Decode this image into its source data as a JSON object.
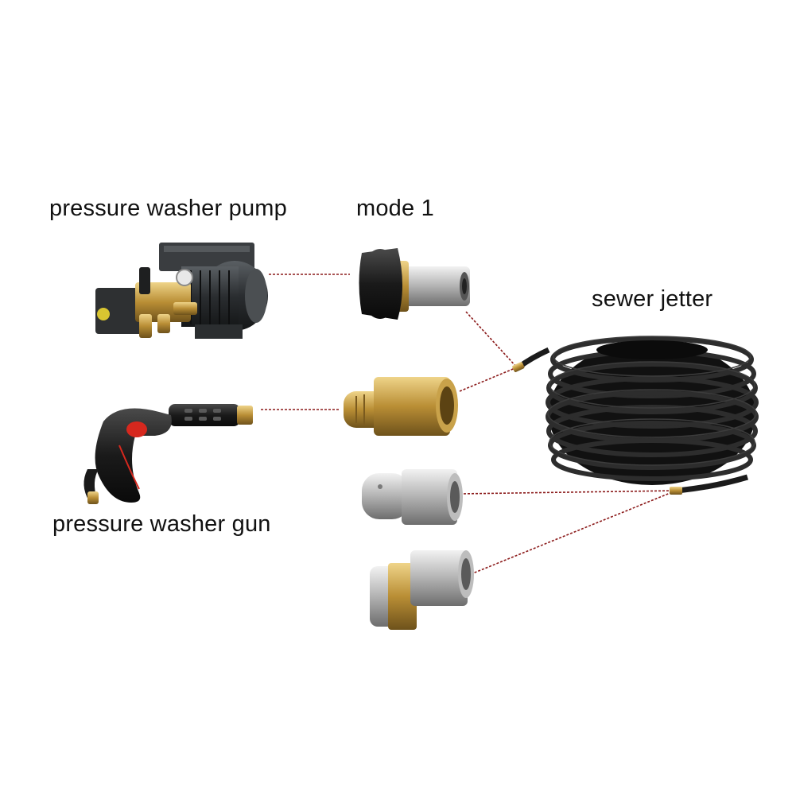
{
  "labels": {
    "pump": "pressure washer pump",
    "mode": "mode 1",
    "jetter": "sewer jetter",
    "gun": "pressure washer gun"
  },
  "colors": {
    "connector_line": "#8b1a1a",
    "hose": "#1b1b1b",
    "brass": "#c9a24a",
    "steel": "#c8c8c8",
    "trigger_red": "#d6281e"
  },
  "icons": {
    "pump": "pressure-washer-pump-icon",
    "adapter": "hose-adapter-icon",
    "quick_connect": "quick-connect-plug-icon",
    "nozzle_button": "button-nozzle-icon",
    "nozzle_rotating": "rotating-nozzle-icon",
    "gun": "spray-gun-icon",
    "hose": "coiled-hose-icon"
  }
}
